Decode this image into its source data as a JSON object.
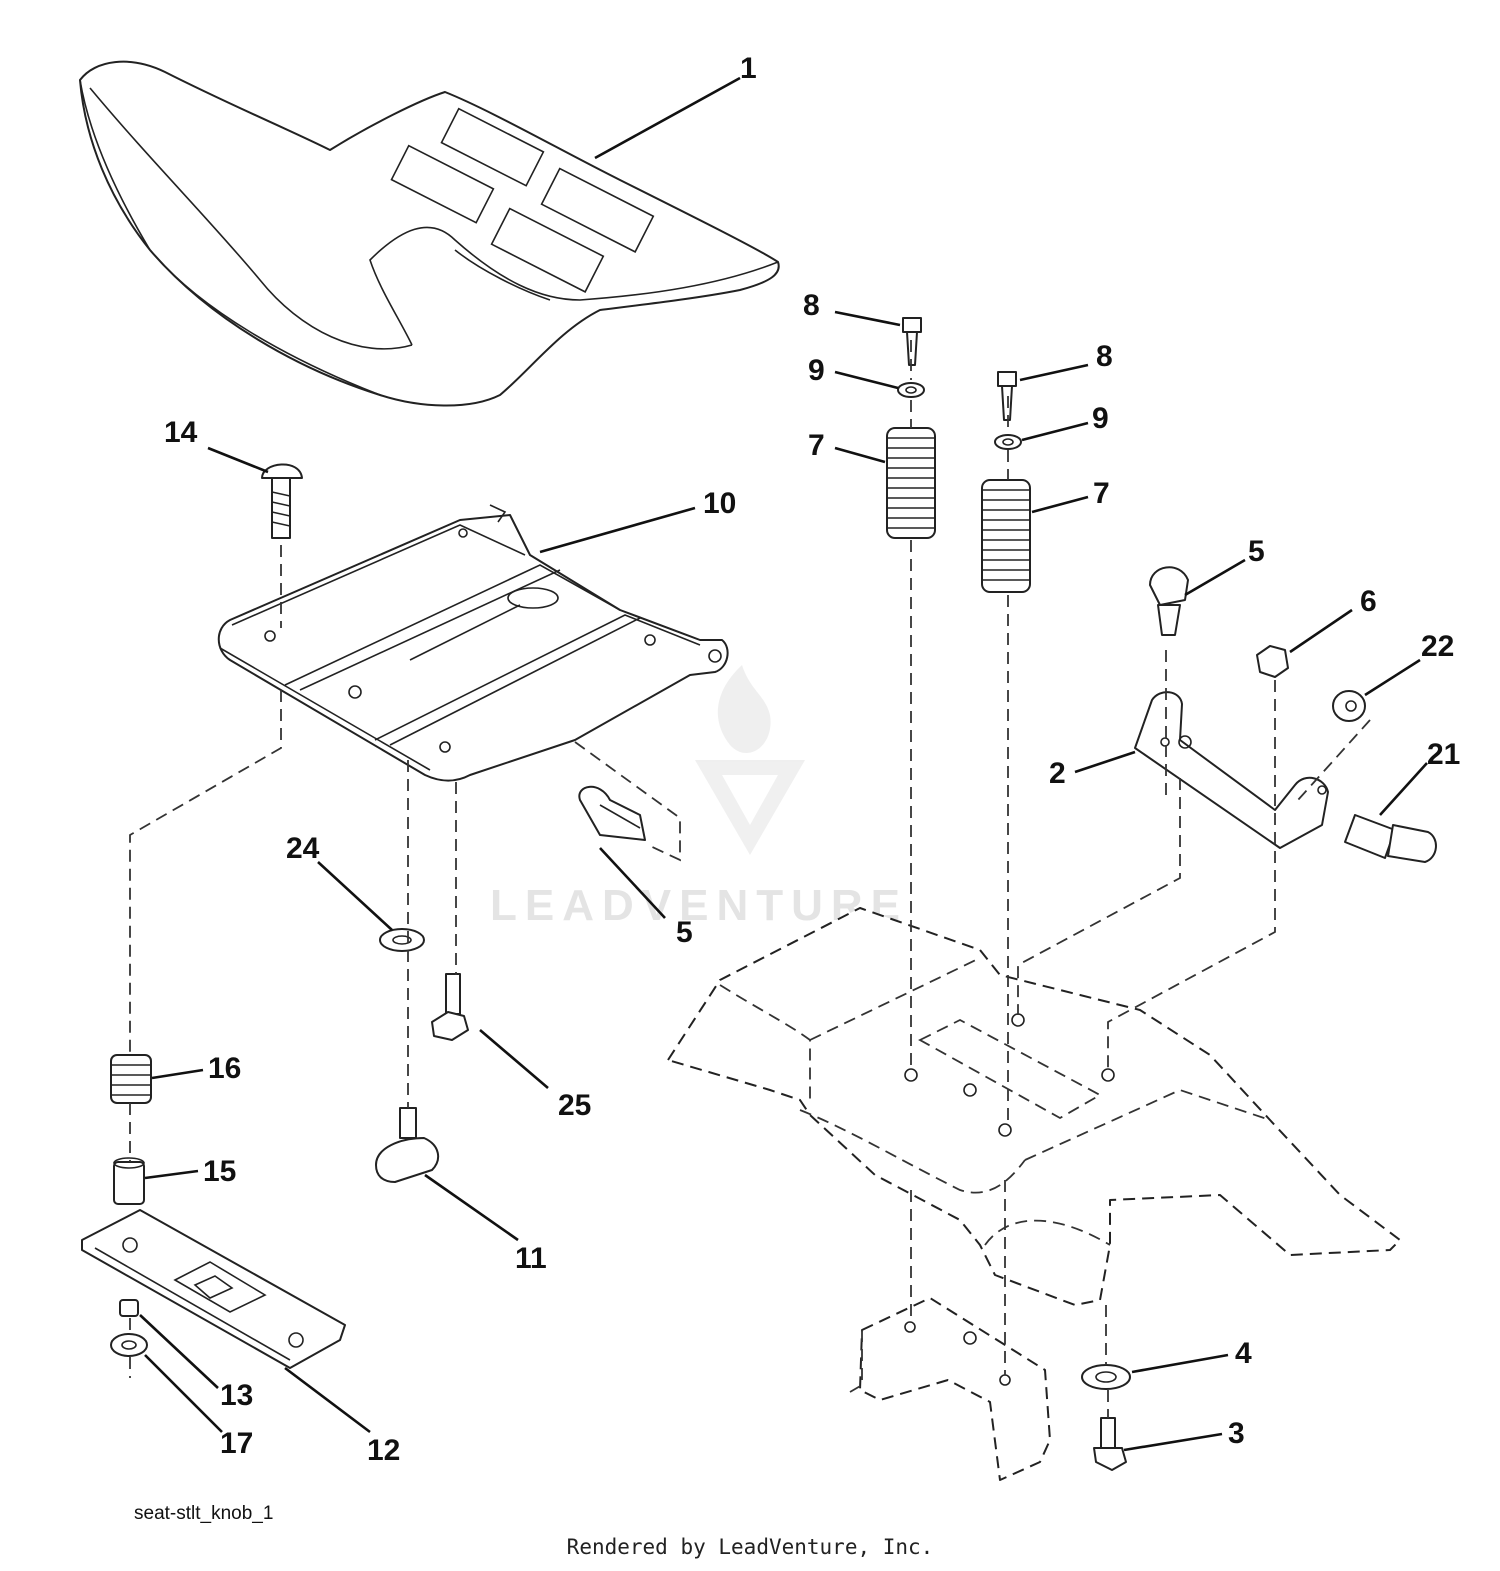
{
  "callouts": {
    "c1": "1",
    "c2": "2",
    "c3": "3",
    "c4": "4",
    "c5a": "5",
    "c5b": "5",
    "c6": "6",
    "c7a": "7",
    "c7b": "7",
    "c8a": "8",
    "c8b": "8",
    "c9a": "9",
    "c9b": "9",
    "c10": "10",
    "c11": "11",
    "c12": "12",
    "c13": "13",
    "c14": "14",
    "c15": "15",
    "c16": "16",
    "c17": "17",
    "c21": "21",
    "c22": "22",
    "c24": "24",
    "c25": "25"
  },
  "watermark": "LEADVENTURE",
  "drawing_id": "seat-stlt_knob_1",
  "footer": "Rendered by LeadVenture, Inc."
}
